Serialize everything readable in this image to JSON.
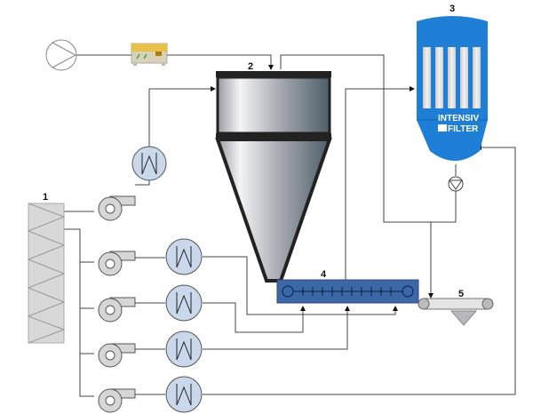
{
  "labels": {
    "spray_dryer": "2",
    "bag_filter": "3",
    "fluid_bed": "4",
    "conveyor": "5",
    "air_intake": "1"
  },
  "filter_logo": {
    "line1": "INTENSIV",
    "line2": "FILTER"
  },
  "colors": {
    "filter_body": "#1f7fd6",
    "fluid_bed": "#3d68a8",
    "heater_fill": "#c9d8ea",
    "fan_fill": "#d6d6d6",
    "control_box": "#e8c14a"
  },
  "icons": [
    "pump-icon",
    "control-unit-icon",
    "fan-icon",
    "heater-icon",
    "rotary-valve-icon",
    "conveyor-icon",
    "cone-hopper-icon"
  ]
}
